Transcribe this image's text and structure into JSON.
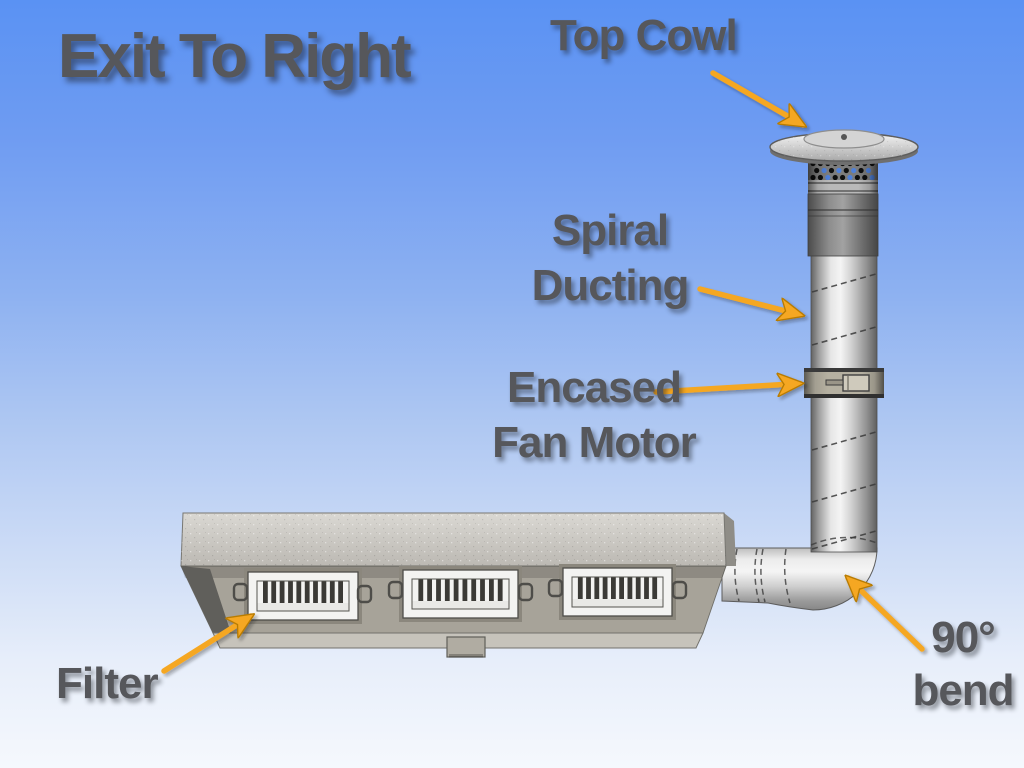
{
  "title": "Exit To Right",
  "annotations": {
    "top_cowl": {
      "text": "Top Cowl"
    },
    "spiral_ducting": {
      "line1": "Spiral",
      "line2": "Ducting"
    },
    "encased_fan_motor": {
      "line1": "Encased",
      "line2": "Fan Motor"
    },
    "filter": {
      "text": "Filter"
    },
    "bend": {
      "line1": "90°",
      "line2": "bend"
    }
  },
  "diagram": {
    "type": "labeled-illustration",
    "subject": "Kitchen extraction canopy with duct exiting to the right",
    "parts": [
      "top cowl",
      "spiral ducting",
      "encased fan motor",
      "90° bend",
      "extraction hood canopy",
      "baffle filters"
    ]
  },
  "colors": {
    "background_top": "#5a92f3",
    "background_bottom": "#f6f8fd",
    "label_text": "#56575b",
    "arrow_fill": "#f5a722",
    "arrow_outline": "#b97b06",
    "metal_light": "#f2f2f2",
    "metal_dark": "#5f5f5f"
  }
}
